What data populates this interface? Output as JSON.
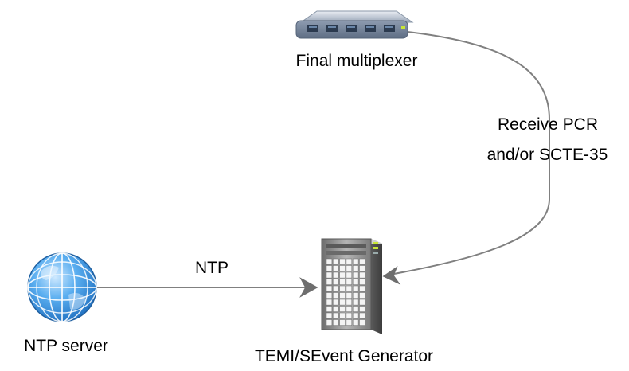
{
  "nodes": {
    "multiplexer": {
      "label": "Final multiplexer",
      "icon": "network-switch-icon"
    },
    "ntp_server": {
      "label": "NTP server",
      "icon": "globe-icon"
    },
    "generator": {
      "label": "TEMI/SEvent Generator",
      "icon": "server-tower-icon"
    }
  },
  "edges": {
    "ntp": {
      "label": "NTP"
    },
    "pcr": {
      "label_line1": "Receive PCR",
      "label_line2": "and/or SCTE-35"
    }
  },
  "colors": {
    "edge": "#808080",
    "arrowhead": "#6e6e6e",
    "switch_body": "#7f8fa6",
    "switch_port": "#2b3a4f",
    "globe_blue": "#3a8fd8",
    "server_body": "#8a8a8a",
    "server_led": "#c8e636"
  }
}
